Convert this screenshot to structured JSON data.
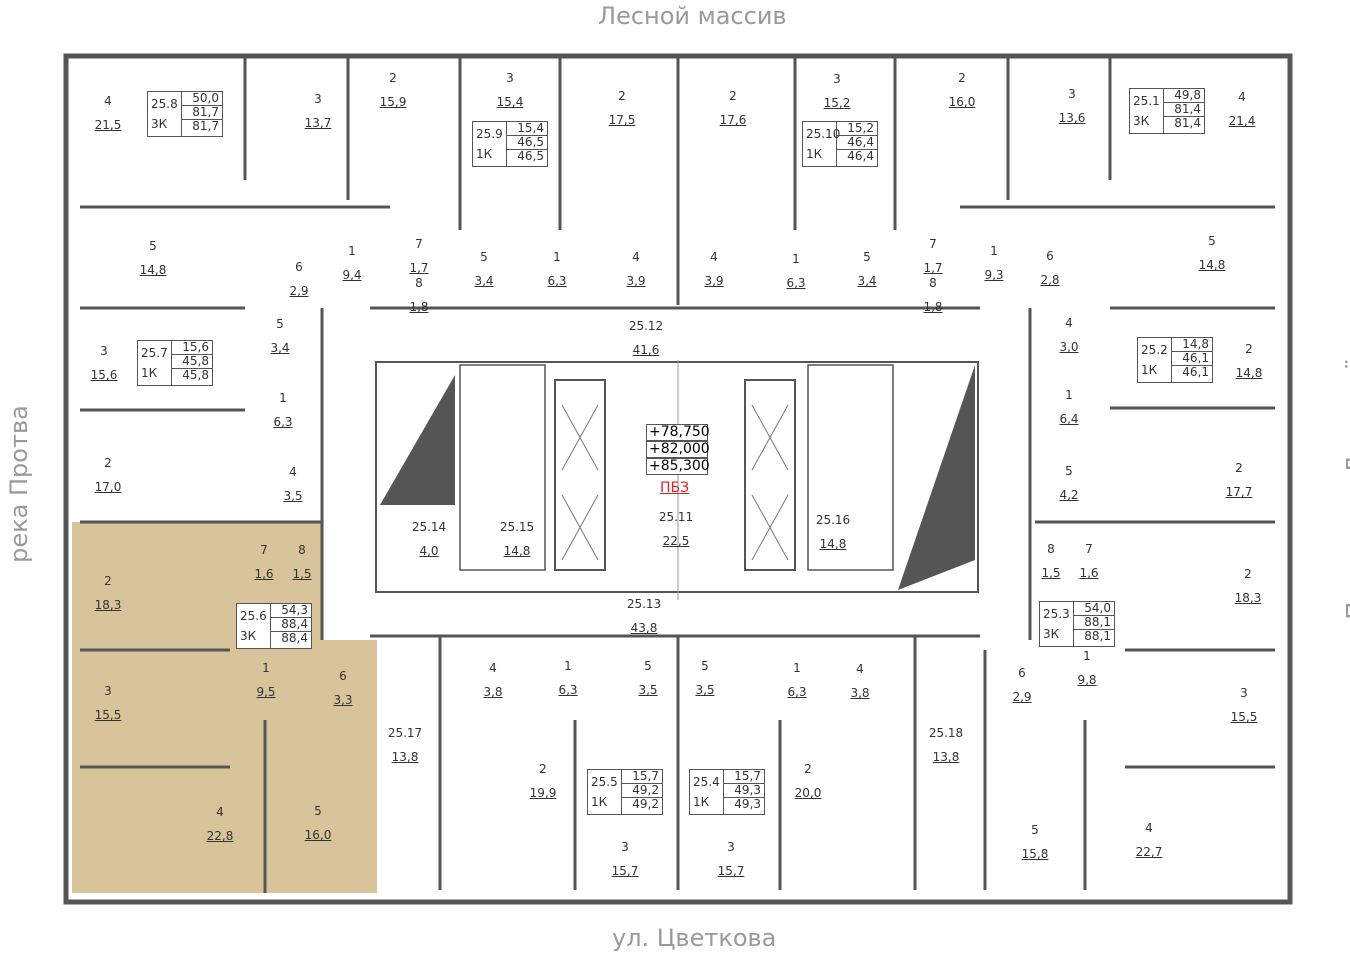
{
  "orientation": {
    "top": "Лесной массив",
    "bottom": "ул. Цветкова",
    "left": "река Протва",
    "right": "Площадь у Дома учёных"
  },
  "colors": {
    "selected_apartment": "#c9b07a",
    "walls": "#555555",
    "fire_label": "#e02020"
  },
  "elevations": [
    "+78,750",
    "+82,000",
    "+85,300"
  ],
  "fire_zone_label": "ПБЗ",
  "apartments": [
    {
      "id": "25.8",
      "type": "3К",
      "living": "50,0",
      "total": "81,7",
      "total2": "81,7"
    },
    {
      "id": "25.9",
      "type": "1К",
      "living": "15,4",
      "total": "46,5",
      "total2": "46,5"
    },
    {
      "id": "25.10",
      "type": "1К",
      "living": "15,2",
      "total": "46,4",
      "total2": "46,4"
    },
    {
      "id": "25.1",
      "type": "3К",
      "living": "49,8",
      "total": "81,4",
      "total2": "81,4"
    },
    {
      "id": "25.7",
      "type": "1К",
      "living": "15,6",
      "total": "45,8",
      "total2": "45,8"
    },
    {
      "id": "25.2",
      "type": "1К",
      "living": "14,8",
      "total": "46,1",
      "total2": "46,1"
    },
    {
      "id": "25.6",
      "type": "3К",
      "living": "54,3",
      "total": "88,4",
      "total2": "88,4"
    },
    {
      "id": "25.3",
      "type": "3К",
      "living": "54,0",
      "total": "88,1",
      "total2": "88,1"
    },
    {
      "id": "25.5",
      "type": "1К",
      "living": "15,7",
      "total": "49,2",
      "total2": "49,2"
    },
    {
      "id": "25.4",
      "type": "1К",
      "living": "15,7",
      "total": "49,3",
      "total2": "49,3"
    }
  ],
  "rooms": [
    {
      "num": "4",
      "area": "21,5"
    },
    {
      "num": "3",
      "area": "13,7"
    },
    {
      "num": "2",
      "area": "15,9"
    },
    {
      "num": "3",
      "area": "15,4"
    },
    {
      "num": "2",
      "area": "17,5"
    },
    {
      "num": "2",
      "area": "17,6"
    },
    {
      "num": "3",
      "area": "15,2"
    },
    {
      "num": "2",
      "area": "16,0"
    },
    {
      "num": "3",
      "area": "13,6"
    },
    {
      "num": "4",
      "area": "21,4"
    },
    {
      "num": "5",
      "area": "14,8"
    },
    {
      "num": "6",
      "area": "2,9"
    },
    {
      "num": "1",
      "area": "9,4"
    },
    {
      "num": "7",
      "area": "1,7"
    },
    {
      "num": "8",
      "area": "1,8"
    },
    {
      "num": "5",
      "area": "3,4"
    },
    {
      "num": "1",
      "area": "6,3"
    },
    {
      "num": "4",
      "area": "3,9"
    },
    {
      "num": "4",
      "area": "3,9"
    },
    {
      "num": "1",
      "area": "6,3"
    },
    {
      "num": "5",
      "area": "3,4"
    },
    {
      "num": "7",
      "area": "1,7"
    },
    {
      "num": "8",
      "area": "1,8"
    },
    {
      "num": "1",
      "area": "9,3"
    },
    {
      "num": "6",
      "area": "2,8"
    },
    {
      "num": "5",
      "area": "14,8"
    },
    {
      "num": "25.12",
      "area": "41,6"
    },
    {
      "num": "5",
      "area": "3,4"
    },
    {
      "num": "3",
      "area": "15,6"
    },
    {
      "num": "1",
      "area": "6,3"
    },
    {
      "num": "4",
      "area": "3,0"
    },
    {
      "num": "2",
      "area": "14,8"
    },
    {
      "num": "1",
      "area": "6,4"
    },
    {
      "num": "2",
      "area": "17,0"
    },
    {
      "num": "4",
      "area": "3,5"
    },
    {
      "num": "5",
      "area": "4,2"
    },
    {
      "num": "2",
      "area": "17,7"
    },
    {
      "num": "25.14",
      "area": "4,0"
    },
    {
      "num": "25.15",
      "area": "14,8"
    },
    {
      "num": "25.11",
      "area": "22,5"
    },
    {
      "num": "25.16",
      "area": "14,8"
    },
    {
      "num": "7",
      "area": "1,6"
    },
    {
      "num": "8",
      "area": "1,5"
    },
    {
      "num": "8",
      "area": "1,5"
    },
    {
      "num": "7",
      "area": "1,6"
    },
    {
      "num": "2",
      "area": "18,3"
    },
    {
      "num": "2",
      "area": "18,3"
    },
    {
      "num": "25.13",
      "area": "43,8"
    },
    {
      "num": "1",
      "area": "9,5"
    },
    {
      "num": "6",
      "area": "3,3"
    },
    {
      "num": "4",
      "area": "3,8"
    },
    {
      "num": "1",
      "area": "6,3"
    },
    {
      "num": "5",
      "area": "3,5"
    },
    {
      "num": "5",
      "area": "3,5"
    },
    {
      "num": "1",
      "area": "6,3"
    },
    {
      "num": "4",
      "area": "3,8"
    },
    {
      "num": "6",
      "area": "2,9"
    },
    {
      "num": "1",
      "area": "9,8"
    },
    {
      "num": "3",
      "area": "15,5"
    },
    {
      "num": "3",
      "area": "15,5"
    },
    {
      "num": "25.17",
      "area": "13,8"
    },
    {
      "num": "25.18",
      "area": "13,8"
    },
    {
      "num": "2",
      "area": "19,9"
    },
    {
      "num": "2",
      "area": "20,0"
    },
    {
      "num": "4",
      "area": "22,8"
    },
    {
      "num": "5",
      "area": "16,0"
    },
    {
      "num": "3",
      "area": "15,7"
    },
    {
      "num": "3",
      "area": "15,7"
    },
    {
      "num": "5",
      "area": "15,8"
    },
    {
      "num": "4",
      "area": "22,7"
    }
  ]
}
